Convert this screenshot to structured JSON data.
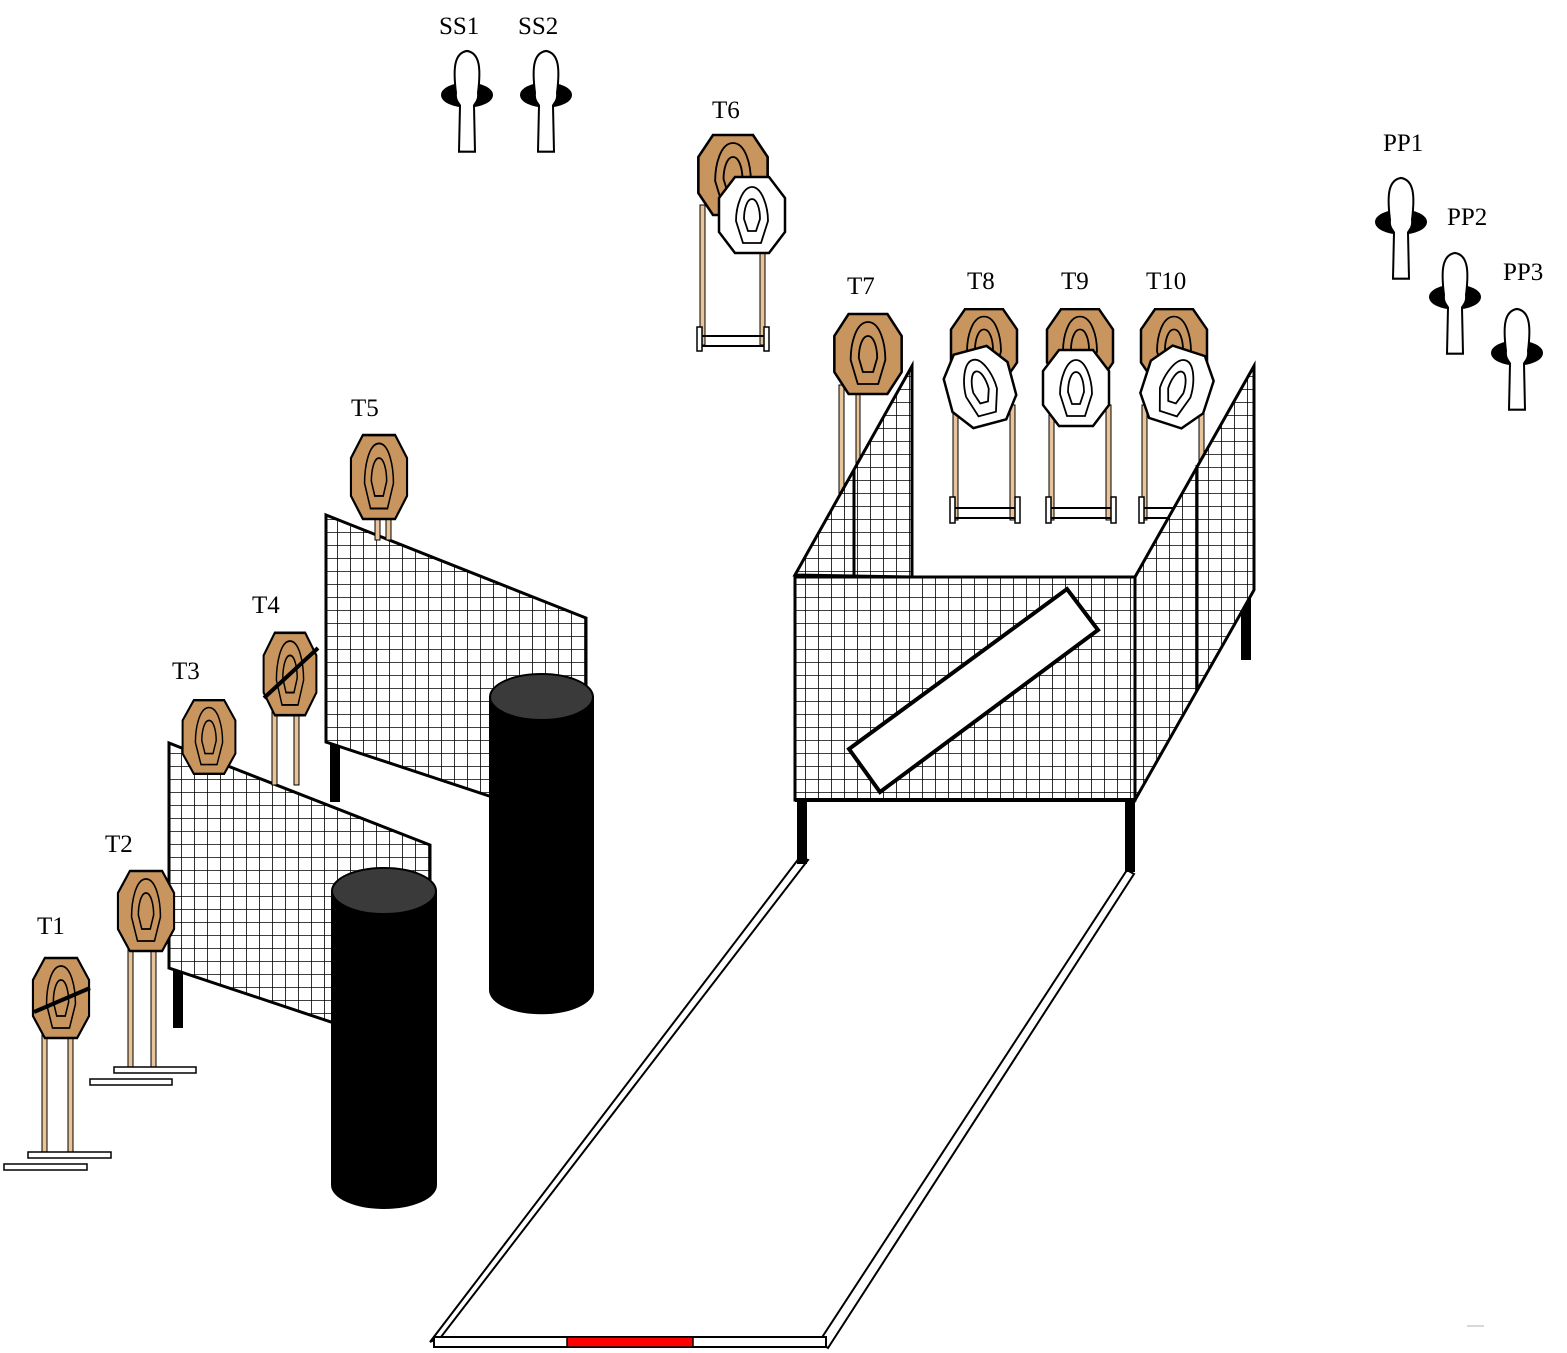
{
  "labels": {
    "ss1": "SS1",
    "ss2": "SS2",
    "t1": "T1",
    "t2": "T2",
    "t3": "T3",
    "t4": "T4",
    "t5": "T5",
    "t6": "T6",
    "t7": "T7",
    "t8": "T8",
    "t9": "T9",
    "t10": "T10",
    "pp1": "PP1",
    "pp2": "PP2",
    "pp3": "PP3"
  },
  "colors": {
    "target_cardboard": "#c8955e",
    "no_shoot_target": "#ffffff",
    "barrel": "#000000",
    "barrel_top": "#3a3a3a",
    "fault_line_marker": "#ff0000",
    "stand_post": "#e8c49a"
  }
}
